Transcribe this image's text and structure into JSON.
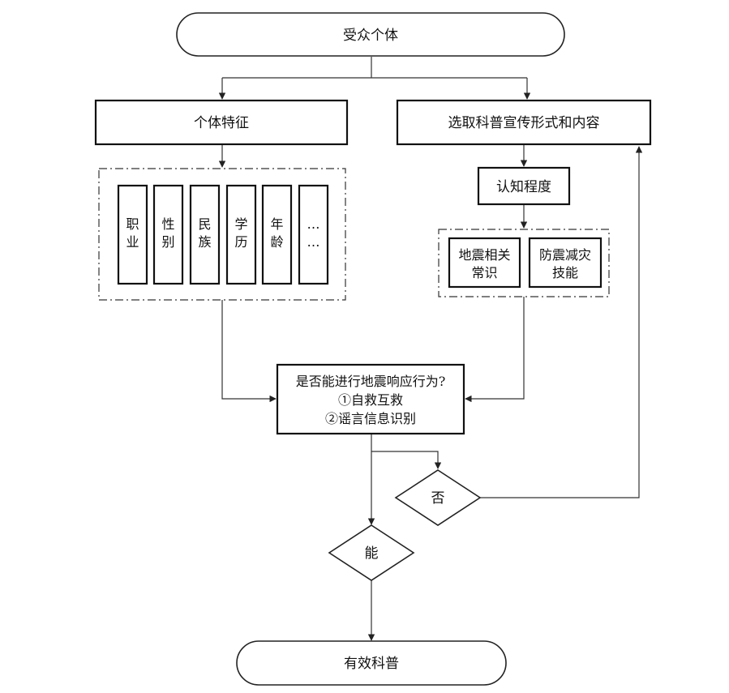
{
  "nodes": {
    "audience": "受众个体",
    "traits": "个体特征",
    "select_content": "选取科普宣传形式和内容",
    "cognition": "认知程度",
    "trait_items": [
      [
        "职",
        "业"
      ],
      [
        "性",
        "别"
      ],
      [
        "民",
        "族"
      ],
      [
        "学",
        "历"
      ],
      [
        "年",
        "龄"
      ],
      [
        "…",
        "…"
      ]
    ],
    "knowledge": [
      "地震相关",
      "常识"
    ],
    "skills": [
      "防震减灾",
      "技能"
    ],
    "decision": [
      "是否能进行地震响应行为?",
      "①自救互救",
      "②谣言信息识别"
    ],
    "no": "否",
    "yes": "能",
    "result": "有效科普"
  }
}
